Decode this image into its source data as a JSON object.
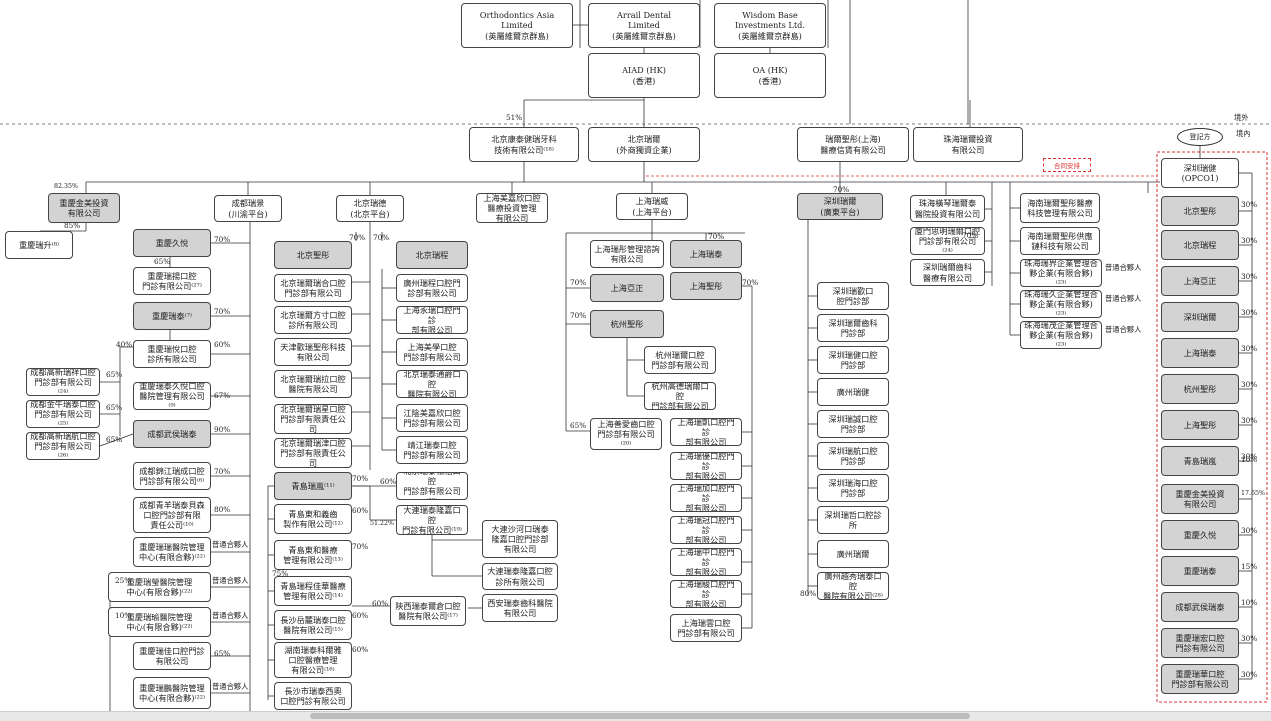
{
  "boxes": [
    {
      "id": "ortho",
      "t": "Orthodontics Asia\nLimited\n(英屬維爾京群島)"
    },
    {
      "id": "arrail",
      "t": "Arrail Dental\nLimited\n(英屬維爾京群島)"
    },
    {
      "id": "wisdom",
      "t": "Wisdom Base\nInvestments Ltd.\n(英屬維爾京群島)"
    },
    {
      "id": "aiad",
      "t": "AIAD (HK)\n(香港)"
    },
    {
      "id": "oahk",
      "t": "OA (HK)\n(香港)"
    },
    {
      "id": "kangtai",
      "t": "北京康泰健瑞牙科\n技術有限公司⁽¹⁸⁾"
    },
    {
      "id": "bjrl",
      "t": "北京瑞爾\n(外商獨資企業)"
    },
    {
      "id": "rljx",
      "t": "瑞爾聖彤(上海)\n醫療信賃有限公司"
    },
    {
      "id": "zhrl",
      "t": "珠海瑞爾投資\n有限公司"
    },
    {
      "id": "cqjm",
      "t": "重慶金美投資\n有限公司",
      "g": true
    },
    {
      "id": "cqrs",
      "t": "重慶瑞升⁽⁸⁾"
    },
    {
      "id": "cdrs",
      "t": "成都瑞景\n(川渝平台)"
    },
    {
      "id": "bjrt",
      "t": "北京瑞德\n(北京平台)"
    },
    {
      "id": "shmj",
      "t": "上海美嘉欣口腔\n醫療投資管理\n有限公司"
    },
    {
      "id": "shrw",
      "t": "上海瑞威\n(上海平台)"
    },
    {
      "id": "szrj",
      "t": "深圳瑞爾\n(廣東平台)",
      "g": true
    },
    {
      "id": "zhyl",
      "t": "珠海橫琴瑞爾泰\n醫院投資有限公司"
    },
    {
      "id": "xmrl",
      "t": "廈門思明瑞爾口腔\n門診部有限公司⁽²⁴⁾"
    },
    {
      "id": "szcl",
      "t": "深圳瑞爾齒科\n醫療有限公司"
    },
    {
      "id": "hnrl1",
      "t": "海南瑞爾聖彤醫療\n科技管理有限公司"
    },
    {
      "id": "hnrl2",
      "t": "海南瑞爾聖彤供應\n鏈科技有限公司"
    },
    {
      "id": "zhrj1",
      "t": "珠海瑞界企業管理合\n夥企業(有限合夥)⁽²³⁾"
    },
    {
      "id": "zhrj2",
      "t": "珠海瑞久企業管理合\n夥企業(有限合夥)⁽²³⁾"
    },
    {
      "id": "zhrj3",
      "t": "珠海瑞茂企業管理合\n夥企業(有限合夥)⁽²³⁾"
    },
    {
      "id": "cqjy",
      "t": "重慶久悅",
      "g": true
    },
    {
      "id": "cqrl",
      "t": "重慶瑞揚口腔\n門診有限公司⁽²⁷⁾"
    },
    {
      "id": "cqrt",
      "t": "重慶瑞泰⁽⁷⁾",
      "g": true
    },
    {
      "id": "cqrk",
      "t": "重慶瑞悅口腔\n診所有限公司"
    },
    {
      "id": "cdzr",
      "t": "成都高新瑞祥口腔\n門診部有限公司⁽²⁴⁾"
    },
    {
      "id": "cdnf",
      "t": "成都金牛瑞泰口腔\n門診部有限公司⁽²⁵⁾"
    },
    {
      "id": "cdrh",
      "t": "成都高新瑞航口腔\n門診部有限公司⁽²⁶⁾"
    },
    {
      "id": "cqrr",
      "t": "重慶瑞泰久悅口腔\n醫院管理有限公司⁽⁹⁾"
    },
    {
      "id": "cdwh",
      "t": "成都武侯瑞泰",
      "g": true
    },
    {
      "id": "cdjj",
      "t": "成都錦江瑞成口腔\n門診部有限公司⁽⁶⁾"
    },
    {
      "id": "cdfy",
      "t": "成都青羊瑞泰貝森\n口腔門診部有限\n責任公司⁽¹⁰⁾"
    },
    {
      "id": "cqyg",
      "t": "重慶瑞瑞醫院管理\n中心(有限合夥)⁽²²⁾"
    },
    {
      "id": "cqyg2",
      "t": "重慶瑞瑩醫院管理\n中心(有限合夥)⁽²²⁾"
    },
    {
      "id": "cqyg3",
      "t": "重慶瑞瑜醫院管理\n中心(有限合夥)⁽²²⁾"
    },
    {
      "id": "cqrj",
      "t": "重慶瑞佳口腔門診\n有限公司"
    },
    {
      "id": "cqyg4",
      "t": "重慶瑞鵬醫院管理\n中心(有限合夥)⁽²²⁾"
    },
    {
      "id": "bjsd",
      "t": "北京聖彤",
      "g": true
    },
    {
      "id": "bjrc",
      "t": "北京瑞程",
      "g": true
    },
    {
      "id": "b1",
      "t": "北京瑞爾瑞合口腔\n門診部有限公司"
    },
    {
      "id": "b2",
      "t": "北京瑞爾方寸口腔\n診所有限公司"
    },
    {
      "id": "b3",
      "t": "天津歡瑞聖彤科技\n有限公司"
    },
    {
      "id": "b4",
      "t": "北京瑞爾瑞拉口腔\n醫院有限公司"
    },
    {
      "id": "b5",
      "t": "北京瑞爾瑞星口腔\n門診部有限責任公司"
    },
    {
      "id": "b6",
      "t": "北京瑞爾瑞津口腔\n門診部有限責任公司"
    },
    {
      "id": "r1",
      "t": "廣州瑞程口腔門\n診部有限公司"
    },
    {
      "id": "r2",
      "t": "上海永瑞口腔門診\n部有限公司"
    },
    {
      "id": "r3",
      "t": "上海美學口腔\n門診部有限公司"
    },
    {
      "id": "r4",
      "t": "北京瑞泰通爵口腔\n醫院有限公司"
    },
    {
      "id": "r5",
      "t": "江陰美嘉欣口腔\n門診部有限公司"
    },
    {
      "id": "r6",
      "t": "靖江瑞泰口腔\n門診部有限公司"
    },
    {
      "id": "qdrb",
      "t": "青島瑞嵐⁽¹¹⁾",
      "g": true
    },
    {
      "id": "q1",
      "t": "青島東和義齒\n製作有限公司⁽¹²⁾"
    },
    {
      "id": "q2",
      "t": "青島東和醫療\n管理有限公司⁽¹³⁾"
    },
    {
      "id": "q3",
      "t": "青島瑞程佳華醫療\n管理有限公司⁽¹⁴⁾"
    },
    {
      "id": "q4",
      "t": "長沙岳麓瑞泰口腔\n醫院有限公司⁽¹⁵⁾"
    },
    {
      "id": "q5",
      "t": "湖南瑞泰科爾雅\n口腔醫療管理\n有限公司⁽¹⁶⁾"
    },
    {
      "id": "q6",
      "t": "長沙市瑞泰西奧\n口腔門診有限公司"
    },
    {
      "id": "bjrm",
      "t": "北京瑞泰松柏口腔\n門診部有限公司⁽¹⁸⁾"
    },
    {
      "id": "dlrt",
      "t": "大連瑞泰隆嘉口腔\n門診有限公司⁽¹⁹⁾"
    },
    {
      "id": "dl1",
      "t": "大連沙河口瑞泰\n隆嘉口腔門診部\n有限公司"
    },
    {
      "id": "dl2",
      "t": "大連瑞泰隆嘉口腔\n診所有限公司"
    },
    {
      "id": "xa",
      "t": "西安瑞泰齒科醫院\n有限公司"
    },
    {
      "id": "sxrt",
      "t": "陝西瑞泰爾倉口腔\n醫院有限公司⁽¹⁷⁾"
    },
    {
      "id": "s1",
      "t": "上海瑞彤管理諮詢\n有限公司"
    },
    {
      "id": "shrt",
      "t": "上海瑞泰",
      "g": true
    },
    {
      "id": "shyz",
      "t": "上海亞正",
      "g": true
    },
    {
      "id": "shsd",
      "t": "上海聖彤",
      "g": true
    },
    {
      "id": "hzsd",
      "t": "杭州聖彤",
      "g": true
    },
    {
      "id": "h1",
      "t": "杭州瑞爾口腔\n門診部有限公司"
    },
    {
      "id": "h2",
      "t": "杭州高德瑞爾口腔\n門診部有限公司"
    },
    {
      "id": "shsa",
      "t": "上海善愛齒口腔\n門診部有限公司⁽²⁰⁾"
    },
    {
      "id": "p1",
      "t": "上海瑞凱口腔門診\n部有限公司"
    },
    {
      "id": "p2",
      "t": "上海瑞優口腔門診\n部有限公司"
    },
    {
      "id": "p3",
      "t": "上海瑞加口腔門診\n部有限公司"
    },
    {
      "id": "p4",
      "t": "上海瑞冠口腔門診\n部有限公司"
    },
    {
      "id": "p5",
      "t": "上海瑞中口腔門診\n部有限公司"
    },
    {
      "id": "p6",
      "t": "上海瑞駿口腔門診\n部有限公司"
    },
    {
      "id": "p7",
      "t": "上海瑞雲口腔\n門診部有限公司"
    },
    {
      "id": "g1",
      "t": "深圳瑞歡口\n腔門診部"
    },
    {
      "id": "g2",
      "t": "深圳瑞爾齒科\n門診部"
    },
    {
      "id": "g3",
      "t": "深圳瑞健口腔\n門診部"
    },
    {
      "id": "g4",
      "t": "廣州瑞健"
    },
    {
      "id": "g5",
      "t": "深圳瑞誠口腔\n門診部"
    },
    {
      "id": "g6",
      "t": "深圳瑞航口腔\n門診部"
    },
    {
      "id": "g7",
      "t": "深圳瑞海口腔\n門診部"
    },
    {
      "id": "g8",
      "t": "深圳瑞哲口腔診所"
    },
    {
      "id": "g9",
      "t": "廣州瑞爾"
    },
    {
      "id": "g10",
      "t": "廣州越秀瑞泰口腔\n醫院有限公司⁽²⁸⁾"
    },
    {
      "id": "opco",
      "t": "深圳瑞健\n(OPCO1)"
    },
    {
      "id": "o1",
      "t": "北京聖彤",
      "g": true
    },
    {
      "id": "o2",
      "t": "北京瑞程",
      "g": true
    },
    {
      "id": "o3",
      "t": "上海亞正",
      "g": true
    },
    {
      "id": "o4",
      "t": "深圳瑞爾",
      "g": true
    },
    {
      "id": "o5",
      "t": "上海瑞泰",
      "g": true
    },
    {
      "id": "o6",
      "t": "杭州聖彤",
      "g": true
    },
    {
      "id": "o7",
      "t": "上海聖彤",
      "g": true
    },
    {
      "id": "o8",
      "t": "青島瑞嵐",
      "g": true
    },
    {
      "id": "o9",
      "t": "重慶金美投資\n有限公司",
      "g": true
    },
    {
      "id": "o10",
      "t": "重慶久悅",
      "g": true
    },
    {
      "id": "o11",
      "t": "重慶瑞泰",
      "g": true
    },
    {
      "id": "o12",
      "t": "成都武侯瑞泰",
      "g": true
    },
    {
      "id": "o13",
      "t": "重慶瑞宏口腔\n門診有限公司",
      "g": true
    },
    {
      "id": "o14",
      "t": "重慶瑞華口腔\n門診部有限公司",
      "g": true
    }
  ],
  "labels": [
    "51%",
    "82.35%",
    "85%",
    "65%",
    "70%",
    "70%",
    "40%",
    "60%",
    "65%",
    "67%",
    "65%",
    "65%",
    "90%",
    "70%",
    "80%",
    "普通合夥人",
    "普通合夥人",
    "普通合夥人",
    "普通合夥人",
    "25%",
    "10%",
    "65%",
    "70%",
    "70%",
    "70%",
    "60%",
    "60%",
    "51.22%",
    "70%",
    "75%",
    "60%",
    "60%",
    "60%",
    "70%",
    "70%",
    "70%",
    "70%",
    "65%",
    "70%",
    "80%",
    "70%",
    "普通合夥人",
    "普通合夥人",
    "普通合夥人",
    "30%",
    "30%",
    "30%",
    "30%",
    "30%",
    "30%",
    "30%",
    "30%",
    "10%",
    "17.65%",
    "30%",
    "15%",
    "10%",
    "30%",
    "30%",
    "境外",
    "境內"
  ],
  "contract_tag": "合同安排",
  "party_oval": "登記方"
}
